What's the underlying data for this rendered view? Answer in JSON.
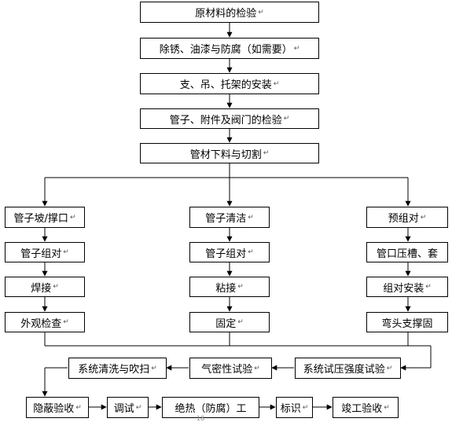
{
  "para_mark": "↵",
  "steps": {
    "s1": "原材料的检验",
    "s2": "除锈、油漆与防腐（如需要）",
    "s3": "支、吊、托架的安装",
    "s4": "管子、附件及阀门的检验",
    "s5": "管材下料与切割"
  },
  "branch_left": {
    "b1": "管子坡/撑口",
    "b2": "管子组对",
    "b3": "焊接",
    "b4": "外观检查"
  },
  "branch_mid": {
    "b1": "管子清洁",
    "b2": "管子组对",
    "b3": "粘接",
    "b4": "固定"
  },
  "branch_right": {
    "b1": "预组对",
    "b2": "管口压槽、套",
    "b3": "组对安装",
    "b4": "弯头支撑固"
  },
  "tests": {
    "pressure": "系统试压强度试验",
    "airtight": "气密性试验",
    "flush": "系统清洗与吹扫"
  },
  "final": {
    "f1": "隐蔽验收",
    "f2": "调试",
    "f3": "绝热（防腐）工",
    "f4": "标识",
    "f5": "竣工验收"
  },
  "page_number": "18"
}
